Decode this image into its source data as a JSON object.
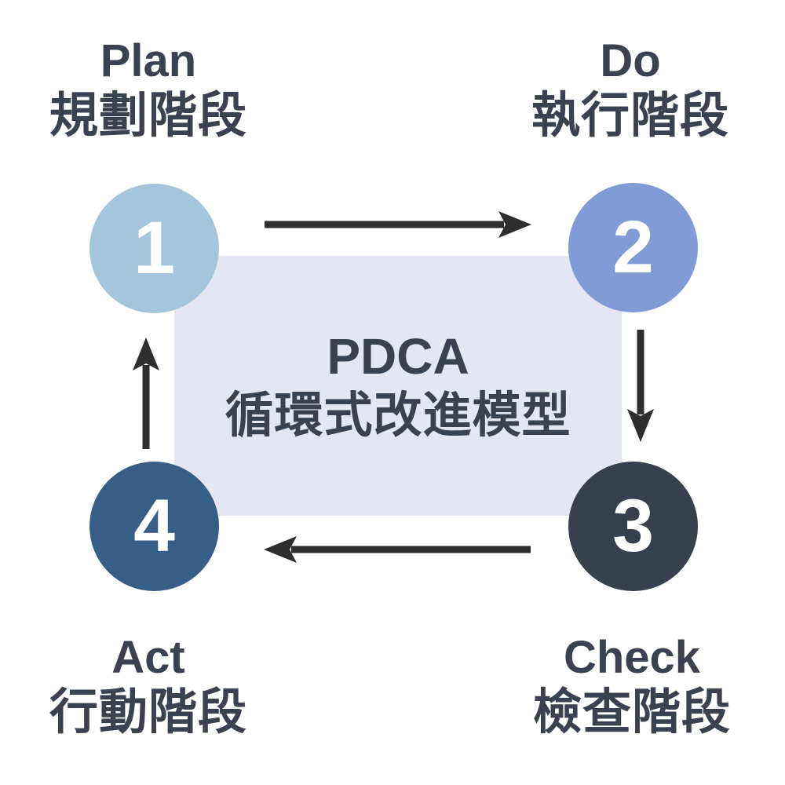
{
  "center": {
    "title": "PDCA",
    "subtitle": "循環式改進模型"
  },
  "stages": [
    {
      "number": "1",
      "en": "Plan",
      "zh": "規劃階段",
      "position": "top-left"
    },
    {
      "number": "2",
      "en": "Do",
      "zh": "執行階段",
      "position": "top-right"
    },
    {
      "number": "3",
      "en": "Check",
      "zh": "檢查階段",
      "position": "bottom-right"
    },
    {
      "number": "4",
      "en": "Act",
      "zh": "行動階段",
      "position": "bottom-left"
    }
  ],
  "arrows": [
    {
      "from": "Plan",
      "to": "Do",
      "direction": "right"
    },
    {
      "from": "Do",
      "to": "Check",
      "direction": "down"
    },
    {
      "from": "Check",
      "to": "Act",
      "direction": "left"
    },
    {
      "from": "Act",
      "to": "Plan",
      "direction": "up"
    }
  ],
  "colors": {
    "background": "#ffffff",
    "panel": "#e4e7f2",
    "text": "#3a4150",
    "number": "#ffffff",
    "arrow": "#2e2e2e",
    "stage1": "#a3c6dd",
    "stage2": "#7f9cd6",
    "stage3": "#383f4f",
    "stage4": "#375e87"
  }
}
